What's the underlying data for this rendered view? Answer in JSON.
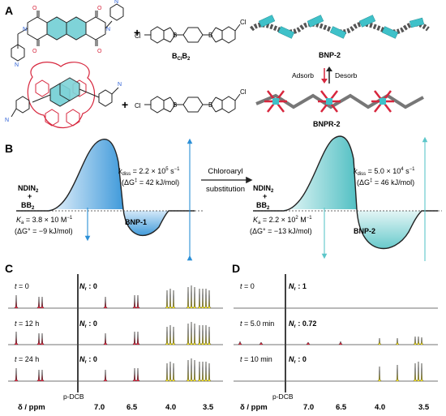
{
  "panelA": {
    "label": "A",
    "plus": "+",
    "reagent_top": "B",
    "reagent_top_sub": "Cl",
    "reagent_top_sub2": "B",
    "reagent_top_sub3": "2",
    "cl": "Cl",
    "b": "B",
    "product_top": "BNP-2",
    "product_bottom": "BNPR-2",
    "adsorb": "Adsorb",
    "desorb": "Desorb"
  },
  "panelB": {
    "label": "B",
    "left": {
      "reactant_1": "NDIN",
      "reactant_1_sub": "2",
      "plus": "+",
      "reactant_2": "BB",
      "reactant_2_sub": "2",
      "kdiss_main": "k",
      "kdiss_sub": "diss",
      "kdiss_value": " = 2.2 × 10",
      "kdiss_exp": "5",
      "kdiss_unit": " s",
      "kdiss_unit_exp": "−1",
      "dG_act": "(ΔG",
      "dG_act_sup": "‡",
      "dG_act_value": " = 42 kJ/mol)",
      "ka_main": "K",
      "ka_sub": "a",
      "ka_value": " = 3.8 × 10 M",
      "ka_exp": "−1",
      "dG0": "(ΔG° = −9 kJ/mol)",
      "product": "BNP-1"
    },
    "arrow_top": "Chloroaryl",
    "arrow_bottom": "substitution",
    "right": {
      "reactant_1": "NDIN",
      "reactant_1_sub": "2",
      "plus": "+",
      "reactant_2": "BB",
      "reactant_2_sub": "2",
      "kdiss_main": "k",
      "kdiss_sub": "diss",
      "kdiss_value": " = 5.0 × 10",
      "kdiss_exp": "4",
      "kdiss_unit": " s",
      "kdiss_unit_exp": "−1",
      "dG_act": "(ΔG",
      "dG_act_sup": "‡",
      "dG_act_value": " = 46 kJ/mol)",
      "ka_main": "K",
      "ka_sub": "a",
      "ka_value": " = 2.2 × 10",
      "ka_exp_base": "2",
      "ka_unit": " M",
      "ka_exp": "−1",
      "dG0": "(ΔG° = −13 kJ/mol)",
      "product": "BNP-2"
    }
  },
  "panelC": {
    "label": "C",
    "rows": [
      {
        "t": "t",
        "t_value": " = 0",
        "nr": "N",
        "nr_sub": "r",
        "nr_value": " : 0"
      },
      {
        "t": "t",
        "t_value": " = 12 h",
        "nr": "N",
        "nr_sub": "r",
        "nr_value": " : 0"
      },
      {
        "t": "t",
        "t_value": " = 24 h",
        "nr": "N",
        "nr_sub": "r",
        "nr_value": " : 0"
      }
    ],
    "solvent": "p-DCB",
    "ticks": [
      "7.0",
      "6.5",
      "4.0",
      "3.5"
    ],
    "axis_label": "δ / ppm"
  },
  "panelD": {
    "label": "D",
    "rows": [
      {
        "t": "t",
        "t_value": " = 0",
        "nr": "N",
        "nr_sub": "r",
        "nr_value": " : 1"
      },
      {
        "t": "t",
        "t_value": " = 5.0 min",
        "nr": "N",
        "nr_sub": "r",
        "nr_value": " : 0.72"
      },
      {
        "t": "t",
        "t_value": " = 10 min",
        "nr": "N",
        "nr_sub": "r",
        "nr_value": " : 0"
      }
    ],
    "solvent": "p-DCB",
    "ticks": [
      "7.0",
      "6.5",
      "4.0",
      "3.5"
    ],
    "axis_label": "δ / ppm"
  },
  "colors": {
    "teal": "#3fc1c9",
    "red": "#d7263d",
    "blue": "#2b8fd6",
    "yellow": "#f2e01e",
    "dark": "#222222",
    "grey": "#888888"
  }
}
